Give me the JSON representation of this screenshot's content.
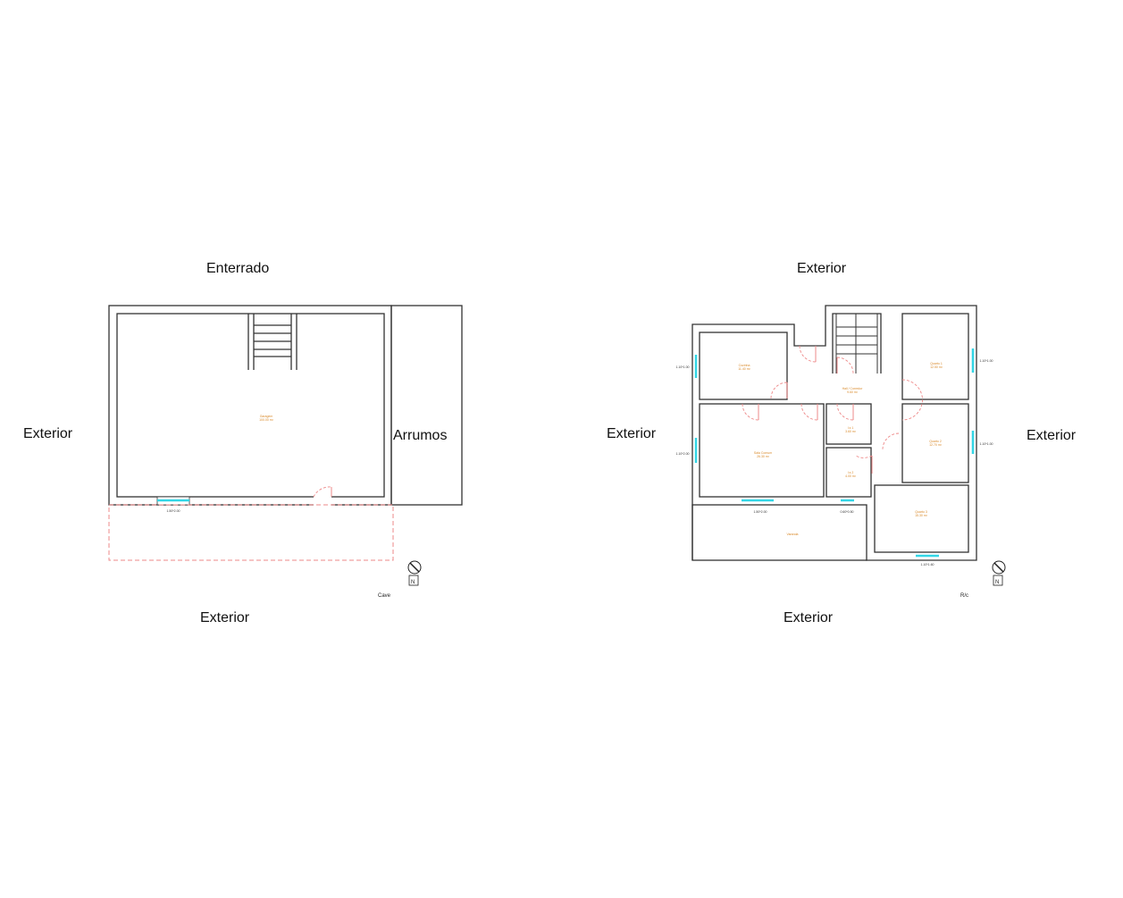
{
  "left_plan": {
    "title": "Cave",
    "surroundings": {
      "top": "Enterrado",
      "left": "Exterior",
      "right": "Arrumos",
      "bottom": "Exterior"
    },
    "rooms": [
      {
        "name": "Garagem",
        "area": "100.00 m²"
      }
    ],
    "windows": [
      "1.50*2.00"
    ],
    "north_label": "N"
  },
  "right_plan": {
    "title": "R/c",
    "surroundings": {
      "top": "Exterior",
      "left": "Exterior",
      "right": "Exterior",
      "bottom": "Exterior"
    },
    "rooms": [
      {
        "name": "Cozinha",
        "area": "11.40 m²"
      },
      {
        "name": "Hall / Corredor",
        "area": "9.60 m²"
      },
      {
        "name": "Sala Comum",
        "area": "26.30 m²"
      },
      {
        "name": "I.s 1",
        "area": "3.60 m²"
      },
      {
        "name": "I.s 2",
        "area": "4.00 m²"
      },
      {
        "name": "Quarto 1",
        "area": "12.50 m²"
      },
      {
        "name": "Quarto 2",
        "area": "12.70 m²"
      },
      {
        "name": "Quarto 3",
        "area": "15.30 m²"
      },
      {
        "name": "Varanda",
        "area": ""
      }
    ],
    "windows": [
      "1.10*1.00",
      "1.10*2.00",
      "1.50*2.00",
      "0.60*0.50",
      "1.10*1.00",
      "1.10*1.00",
      "1.10*1.60"
    ],
    "north_label": "N"
  },
  "colors": {
    "wall": "#333333",
    "glass": "#33d6e6",
    "door": "#ee8888",
    "room_label": "#d98a2b"
  }
}
